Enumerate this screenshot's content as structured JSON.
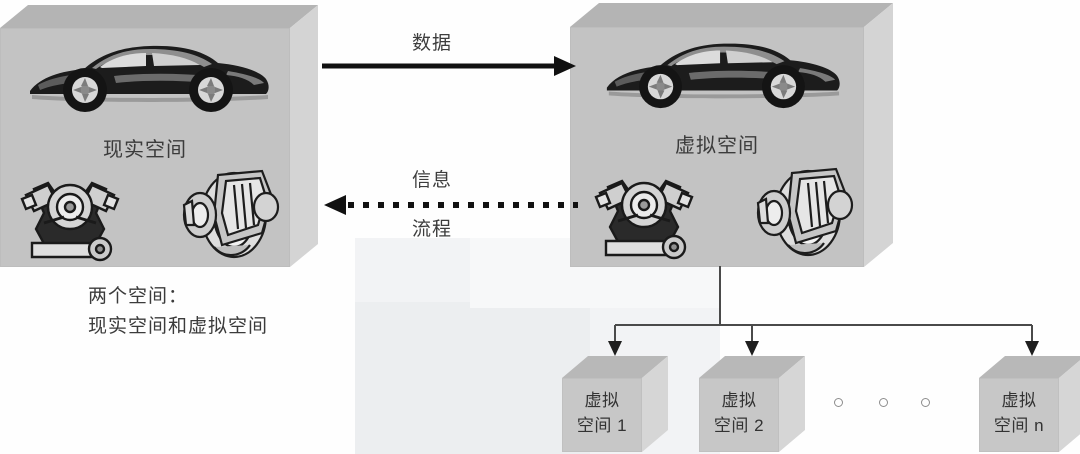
{
  "diagram": {
    "title_caption": {
      "line1": "两个空间：",
      "line2": "现实空间和虚拟空间"
    },
    "spaces": [
      {
        "id": "physical-space",
        "label": "现实空间",
        "contents": [
          "car-illustration",
          "engine-illustration",
          "brake-disc-illustration"
        ]
      },
      {
        "id": "virtual-space",
        "label": "虚拟空间",
        "contents": [
          "car-illustration",
          "engine-illustration",
          "brake-disc-illustration"
        ]
      }
    ],
    "flows": [
      {
        "id": "data-flow",
        "label": "数据",
        "style": "solid",
        "direction": "physical-to-virtual"
      },
      {
        "id": "information-flow",
        "label_top": "信息",
        "label_bottom": "流程",
        "style": "dotted",
        "direction": "virtual-to-physical"
      }
    ],
    "sub_spaces": [
      {
        "id": "virtual-space-1",
        "line1": "虚拟",
        "line2": "空间 1"
      },
      {
        "id": "virtual-space-2",
        "line1": "虚拟",
        "line2": "空间 2"
      },
      {
        "id": "virtual-space-n",
        "line1": "虚拟",
        "line2": "空间 n"
      }
    ],
    "ellipsis": "○ ○ ○",
    "colors": {
      "box_front": "#c3c3c3",
      "box_top": "#b4b4b4",
      "box_side": "#d4d4d4",
      "cube_front": "#c7c7c7",
      "cube_top": "#b8b8b8",
      "cube_side": "#d6d6d6",
      "line": "#4a4a4a",
      "text": "#3b3b3b",
      "watermark": "#f2f3f5",
      "background": "#fefefe"
    }
  }
}
